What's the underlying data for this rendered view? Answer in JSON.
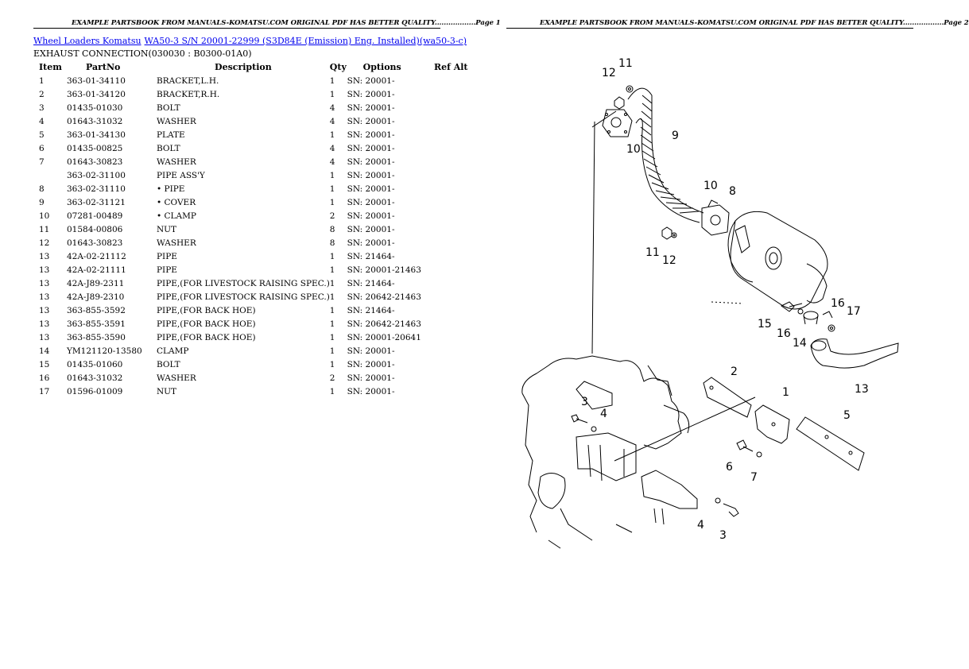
{
  "pages": {
    "left_header": "EXAMPLE PARTSBOOK FROM MANUALS-KOMATSU.COM ORIGINAL PDF HAS BETTER QUALITY..................Page 1",
    "right_header": "EXAMPLE PARTSBOOK FROM MANUALS-KOMATSU.COM ORIGINAL PDF HAS BETTER QUALITY..................Page 2"
  },
  "title": {
    "link1": "Wheel Loaders Komatsu",
    "link2": "WA50-3 S/N 20001-22999 (S3D84E (Emission) Eng. Installed)(wa50-3-c)",
    "subtitle": "EXHAUST CONNECTION(030030 : B0300-01A0)"
  },
  "table": {
    "headers": {
      "item": "Item",
      "partno": "PartNo",
      "description": "Description",
      "qty": "Qty",
      "options": "Options",
      "ref": "Ref Alt"
    },
    "rows": [
      {
        "item": "1",
        "partno": "363-01-34110",
        "desc": "BRACKET,L.H.",
        "qty": "1",
        "opt": "SN: 20001-"
      },
      {
        "item": "2",
        "partno": "363-01-34120",
        "desc": "BRACKET,R.H.",
        "qty": "1",
        "opt": "SN: 20001-"
      },
      {
        "item": "3",
        "partno": "01435-01030",
        "desc": "BOLT",
        "qty": "4",
        "opt": "SN: 20001-"
      },
      {
        "item": "4",
        "partno": "01643-31032",
        "desc": "WASHER",
        "qty": "4",
        "opt": "SN: 20001-"
      },
      {
        "item": "5",
        "partno": "363-01-34130",
        "desc": "PLATE",
        "qty": "1",
        "opt": "SN: 20001-"
      },
      {
        "item": "6",
        "partno": "01435-00825",
        "desc": "BOLT",
        "qty": "4",
        "opt": "SN: 20001-"
      },
      {
        "item": "7",
        "partno": "01643-30823",
        "desc": "WASHER",
        "qty": "4",
        "opt": "SN: 20001-"
      },
      {
        "item": "",
        "partno": "363-02-31100",
        "desc": "PIPE ASS'Y",
        "qty": "1",
        "opt": "SN: 20001-"
      },
      {
        "item": "8",
        "partno": "363-02-31110",
        "desc": "• PIPE",
        "qty": "1",
        "opt": "SN: 20001-"
      },
      {
        "item": "9",
        "partno": "363-02-31121",
        "desc": "• COVER",
        "qty": "1",
        "opt": "SN: 20001-"
      },
      {
        "item": "10",
        "partno": "07281-00489",
        "desc": "• CLAMP",
        "qty": "2",
        "opt": "SN: 20001-"
      },
      {
        "item": "11",
        "partno": "01584-00806",
        "desc": "NUT",
        "qty": "8",
        "opt": "SN: 20001-"
      },
      {
        "item": "12",
        "partno": "01643-30823",
        "desc": "WASHER",
        "qty": "8",
        "opt": "SN: 20001-"
      },
      {
        "item": "13",
        "partno": "42A-02-21112",
        "desc": "PIPE",
        "qty": "1",
        "opt": "SN: 21464-"
      },
      {
        "item": "13",
        "partno": "42A-02-21111",
        "desc": "PIPE",
        "qty": "1",
        "opt": "SN: 20001-21463"
      },
      {
        "item": "13",
        "partno": "42A-J89-2311",
        "desc": "PIPE,(FOR LIVESTOCK RAISING SPEC.)",
        "qty": "1",
        "opt": "SN: 21464-"
      },
      {
        "item": "13",
        "partno": "42A-J89-2310",
        "desc": "PIPE,(FOR LIVESTOCK RAISING SPEC.)",
        "qty": "1",
        "opt": "SN: 20642-21463"
      },
      {
        "item": "13",
        "partno": "363-855-3592",
        "desc": "PIPE,(FOR BACK HOE)",
        "qty": "1",
        "opt": "SN: 21464-"
      },
      {
        "item": "13",
        "partno": "363-855-3591",
        "desc": "PIPE,(FOR BACK HOE)",
        "qty": "1",
        "opt": "SN: 20642-21463"
      },
      {
        "item": "13",
        "partno": "363-855-3590",
        "desc": "PIPE,(FOR BACK HOE)",
        "qty": "1",
        "opt": "SN: 20001-20641"
      },
      {
        "item": "14",
        "partno": "YM121120-13580",
        "desc": "CLAMP",
        "qty": "1",
        "opt": "SN: 20001-"
      },
      {
        "item": "15",
        "partno": "01435-01060",
        "desc": "BOLT",
        "qty": "1",
        "opt": "SN: 20001-"
      },
      {
        "item": "16",
        "partno": "01643-31032",
        "desc": "WASHER",
        "qty": "2",
        "opt": "SN: 20001-"
      },
      {
        "item": "17",
        "partno": "01596-01009",
        "desc": "NUT",
        "qty": "1",
        "opt": "SN: 20001-"
      }
    ]
  },
  "diagram": {
    "callouts": [
      "11",
      "12",
      "10",
      "9",
      "10",
      "8",
      "11",
      "12",
      "16",
      "15",
      "17",
      "16",
      "14",
      "13",
      "2",
      "1",
      "3",
      "4",
      "5",
      "6",
      "7",
      "4",
      "3"
    ]
  }
}
